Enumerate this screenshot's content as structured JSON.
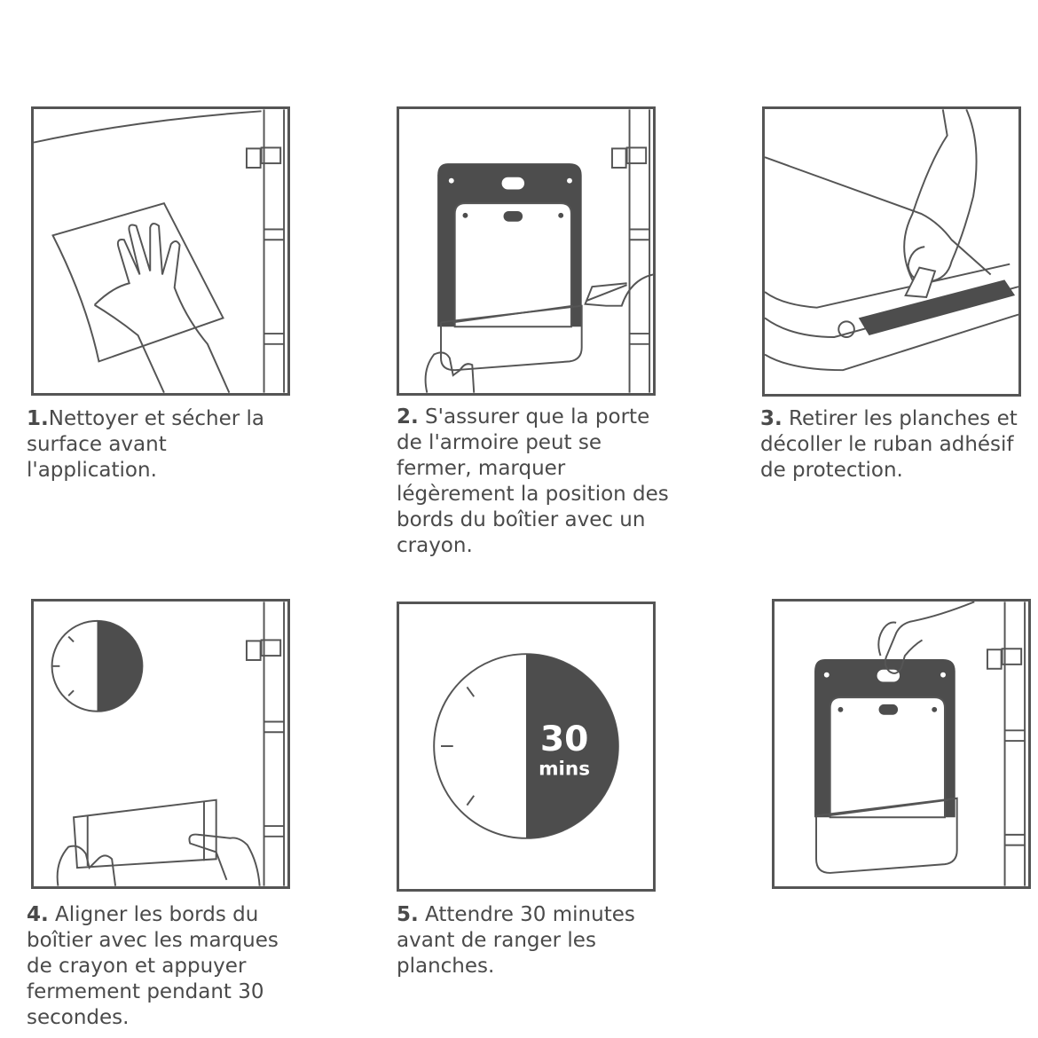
{
  "steps": [
    {
      "num": "1.",
      "text": "Nettoyer et sécher la surface avant l'application."
    },
    {
      "num": "2.",
      "text": " S'assurer que la porte de l'armoire peut se fermer, marquer légèrement la position des bords du boîtier avec un crayon."
    },
    {
      "num": "3.",
      "text": " Retirer les planches et décoller le ruban adhésif de protection."
    },
    {
      "num": "4.",
      "text": " Aligner les bords du boîtier avec les marques de crayon et appuyer fermement pendant 30 secondes."
    },
    {
      "num": "5.",
      "text": " Attendre 30 minutes avant de ranger les planches."
    }
  ],
  "timer": {
    "value": "30",
    "unit": "mins"
  },
  "colors": {
    "line": "#555555",
    "fill_dark": "#4d4d4d",
    "text": "#4a4a4a"
  }
}
